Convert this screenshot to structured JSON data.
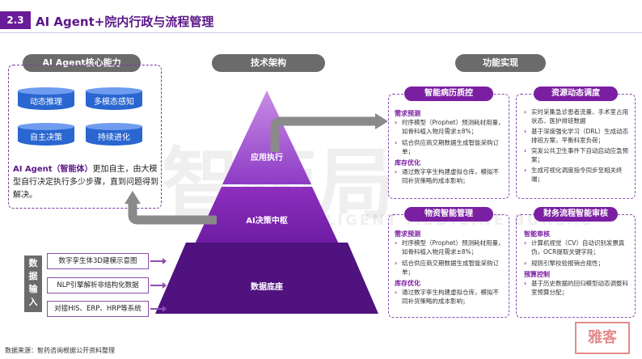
{
  "header": {
    "badge": "2.3",
    "title": "AI Agent+院内行政与流程管理"
  },
  "columns": {
    "left": "AI Agent核心能力",
    "middle": "技术架构",
    "right": "功能实现"
  },
  "capabilities": [
    "动态推理",
    "多模态感知",
    "自主决策",
    "持续进化"
  ],
  "agent_text": {
    "bold": "AI Agent（智能体）",
    "rest": "更加自主，由大模型自行决定执行多少步骤，直到问题得到解决。"
  },
  "pyramid": {
    "top": "应用执行",
    "middle": "AI决策中枢",
    "bottom": "数据底座"
  },
  "inputs": {
    "label": "数据输入",
    "items": [
      "数字孪生体3D建模示意图",
      "NLP引擎解析非结构化数据",
      "对接HIS、ERP、HRP等系统"
    ]
  },
  "cards": {
    "c1": {
      "title": "智能病历质控",
      "s1": "需求预测",
      "i1": "时序模型（Prophet）预测耗材用量，如骨科植入物月需求±8%；",
      "i2": "结合供应商交期数据生成智能采购订单；",
      "s2": "库存优化",
      "i3": "通过数字孪生构建虚拟仓库，模拟不同补货策略的成本影响；"
    },
    "c2": {
      "title": "资源动态调度",
      "i1": "实时采集急诊患者流量、手术室占用状态、医护排班数据",
      "i2": "基于深度强化学习（DRL）生成动态排班方案，平衡科室负荷；",
      "i3": "突发公共卫生事件下自动启动应急预案；",
      "i4": "生成可视化调度指令同步至相关终端；"
    },
    "c3": {
      "title": "物资智能管理",
      "s1": "需求预测",
      "i1": "时序模型（Prophet）预测耗材用量，如骨科植入物月需求±8%；",
      "i2": "结合供应商交期数据生成智能采购订单；",
      "s2": "库存优化",
      "i3": "通过数字孪生构建虚拟仓库，模拟不同补货策略的成本影响；"
    },
    "c4": {
      "title": "财务流程智能审核",
      "s1": "智能审核",
      "i1": "计算机视觉（CV）自动识别发票真伪，OCR提取关键字段；",
      "i2": "规则引擎校验报销合规性；",
      "s2": "预算控制",
      "i3": "基于历史数据的回归模型动态调整科室预算分配；"
    }
  },
  "source": "数据来源：智药咨询根据公开资料整理",
  "watermark": {
    "big": "智药局",
    "sub": "INTELLIGENT MEDICINE BUREAU",
    "stamp": "雅客"
  },
  "colors": {
    "primary": "#7b1fa2",
    "pill": "#6b6b6b",
    "cylinder": "#2a66d0"
  }
}
